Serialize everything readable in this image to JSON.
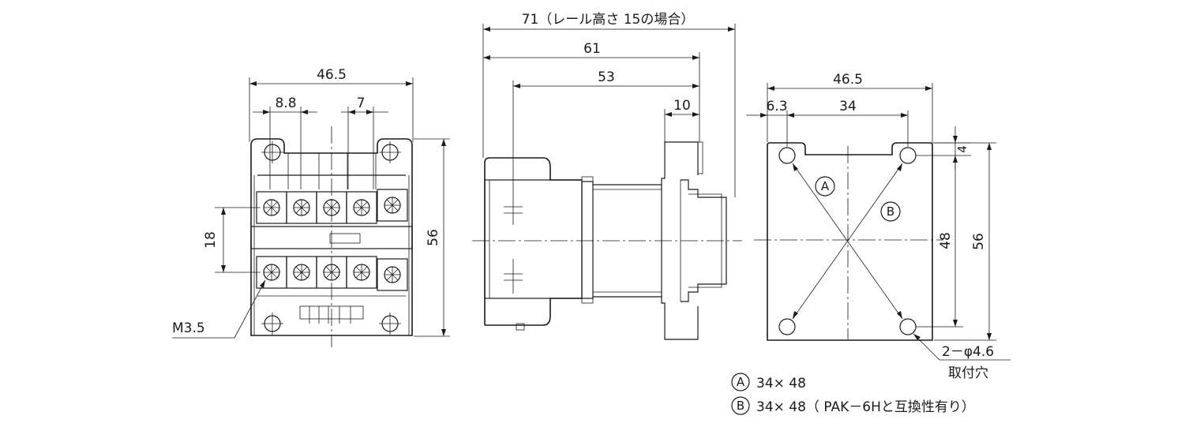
{
  "front_view": {
    "dim_width": "46.5",
    "dim_left_pitch": "8.8",
    "dim_right_pitch": "7",
    "dim_terminal_gap": "18",
    "dim_height": "56",
    "screw_label": "M3.5"
  },
  "side_view": {
    "dim_total": "71（レール高さ 15の場合）",
    "dim_61": "61",
    "dim_53": "53",
    "dim_10": "10"
  },
  "mounting_view": {
    "dim_width": "46.5",
    "dim_offset": "6.3",
    "dim_pitch": "34",
    "dim_top": "4",
    "dim_hole_pitch": "48",
    "dim_height": "56",
    "marker_a": "A",
    "marker_b": "B",
    "hole_label": "2－φ4.6",
    "hole_note": "取付穴"
  },
  "legend": [
    {
      "marker": "A",
      "text": "34× 48"
    },
    {
      "marker": "B",
      "text": "34× 48（ PAK－6Hと互換性有り）"
    }
  ]
}
